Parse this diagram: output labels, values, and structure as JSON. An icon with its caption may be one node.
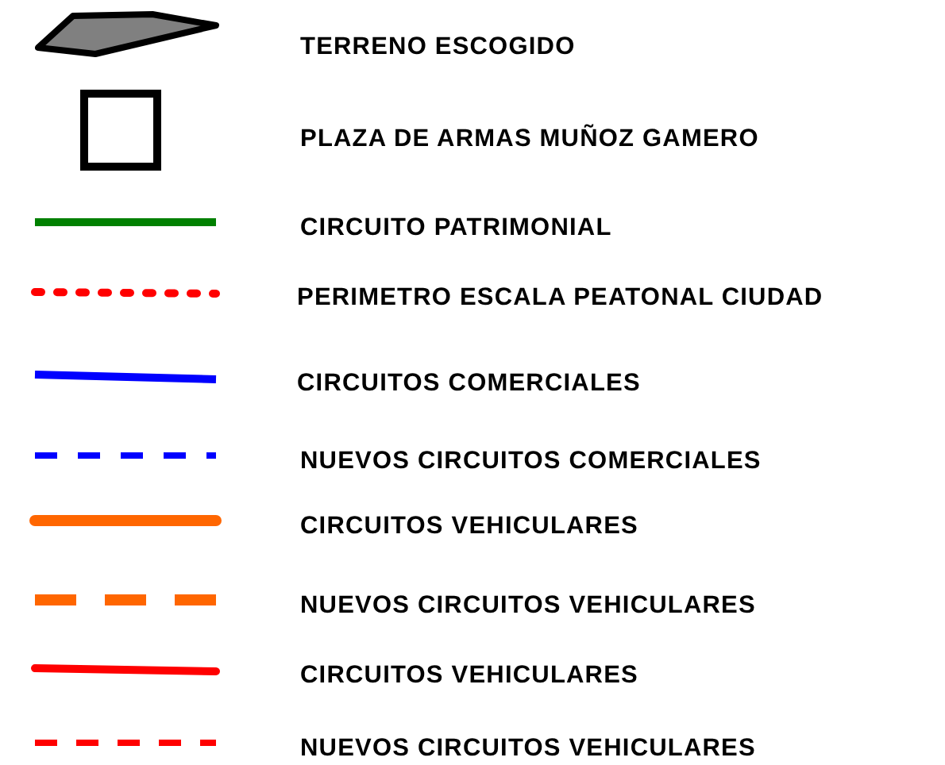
{
  "diagram": {
    "legend": [
      {
        "text": "TERRENO ESCOGIDO"
      },
      {
        "text": "PLAZA DE ARMAS MUÑOZ GAMERO"
      },
      {
        "text": "CIRCUITO PATRIMONIAL"
      },
      {
        "text": "PERIMETRO ESCALA PEATONAL CIUDAD"
      },
      {
        "text": "CIRCUITOS COMERCIALES"
      },
      {
        "text": "NUEVOS CIRCUITOS COMERCIALES"
      },
      {
        "text": "CIRCUITOS VEHICULARES"
      },
      {
        "text": "NUEVOS CIRCUITOS VEHICULARES"
      },
      {
        "text": "CIRCUITOS VEHICULARES"
      },
      {
        "text": "NUEVOS CIRCUITOS VEHICULARES"
      }
    ]
  }
}
